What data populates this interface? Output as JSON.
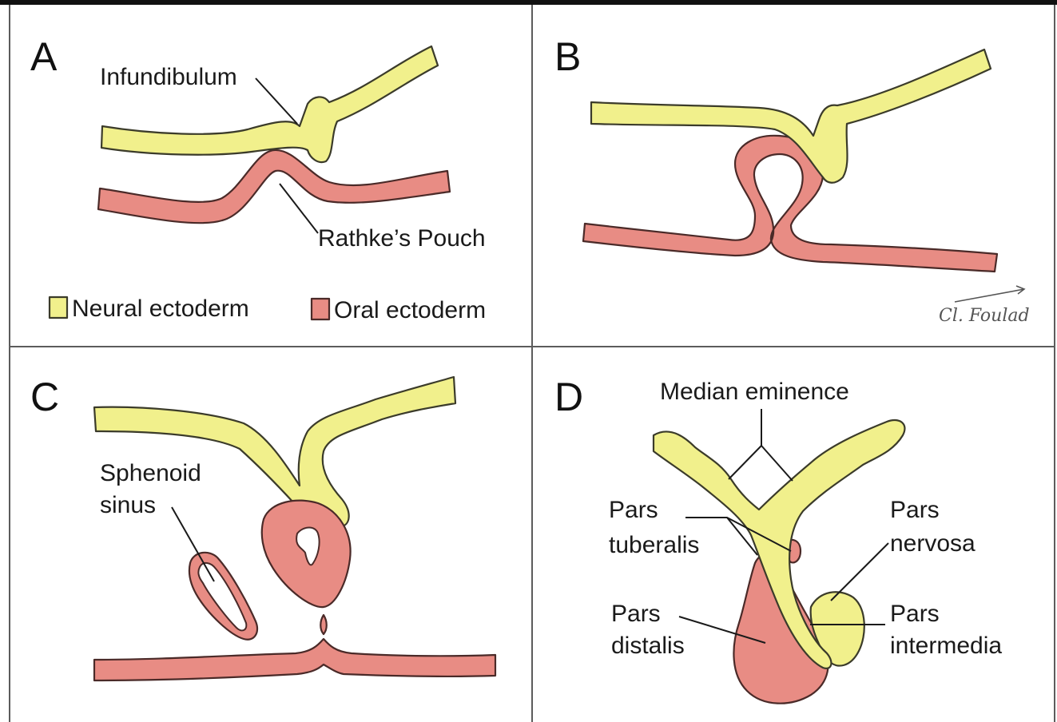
{
  "panels": {
    "a": {
      "letter": "A",
      "labels": {
        "infundibulum": "Infundibulum",
        "rathke": "Rathke’s Pouch"
      },
      "legend": {
        "neural": "Neural ectoderm",
        "oral": "Oral ectoderm"
      }
    },
    "b": {
      "letter": "B",
      "signature": "Cl. Foulad"
    },
    "c": {
      "letter": "C",
      "labels": {
        "sphenoid_1": "Sphenoid",
        "sphenoid_2": "sinus"
      }
    },
    "d": {
      "letter": "D",
      "labels": {
        "median_eminence": "Median eminence",
        "pars_tuberalis_1": "Pars",
        "pars_tuberalis_2": "tuberalis",
        "pars_nervosa_1": "Pars",
        "pars_nervosa_2": "nervosa",
        "pars_distalis_1": "Pars",
        "pars_distalis_2": "distalis",
        "pars_intermedia_1": "Pars",
        "pars_intermedia_2": "intermedia"
      }
    }
  },
  "colors": {
    "neural_ectoderm": "#f1f08c",
    "oral_ectoderm": "#e88c84",
    "outline": "#3b3b2a"
  }
}
